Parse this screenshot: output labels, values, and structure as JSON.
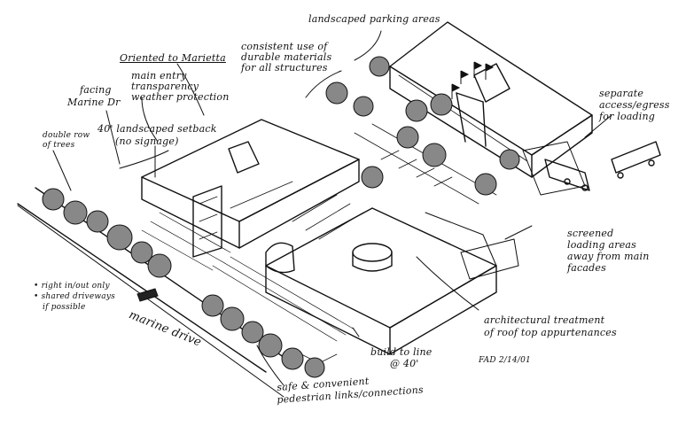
{
  "annotations": {
    "landscaped_parking": "landscaped parking areas",
    "consistent_materials": [
      "consistent use of",
      "durable materials",
      "for all structures"
    ],
    "oriented_marietta": "Oriented to Marietta",
    "main_entry": [
      "main entry",
      "transparency",
      "weather protection"
    ],
    "facing_marine": [
      "facing",
      "Marine Dr"
    ],
    "landscaped_setback": [
      "40' landscaped setback",
      "(no signage)"
    ],
    "double_row_trees": [
      "double row",
      "of trees"
    ],
    "separate_access": [
      "separate",
      "access/egress",
      "for loading"
    ],
    "screened_loading": [
      "screened",
      "loading areas",
      "away from main",
      "facades"
    ],
    "right_in_out": [
      "• right in/out only",
      "• shared driveways",
      "if possible"
    ],
    "marine_drive": "marine drive",
    "architectural_treatment": [
      "architectural treatment",
      "of roof top appurtenances"
    ],
    "build_to_line": [
      "build to line",
      "@ 40'"
    ],
    "signature": "FAD 2/14/01",
    "safe_pedestrian": [
      "safe & convenient",
      "pedestrian links/connections"
    ]
  }
}
